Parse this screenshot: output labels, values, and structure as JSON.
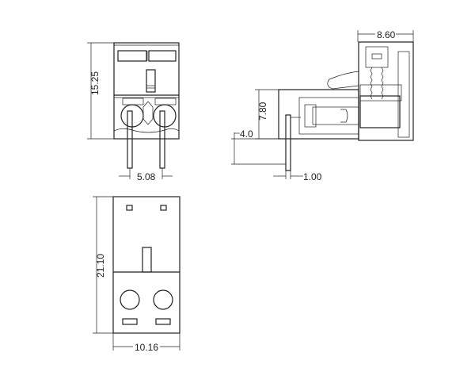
{
  "dimensions": {
    "front_height": "15.25",
    "pin_pitch": "5.08",
    "side_width": "8.60",
    "side_height": "7.80",
    "pin_length": "4.0",
    "pin_width": "1.00",
    "bottom_height": "21.10",
    "bottom_width": "10.16"
  }
}
